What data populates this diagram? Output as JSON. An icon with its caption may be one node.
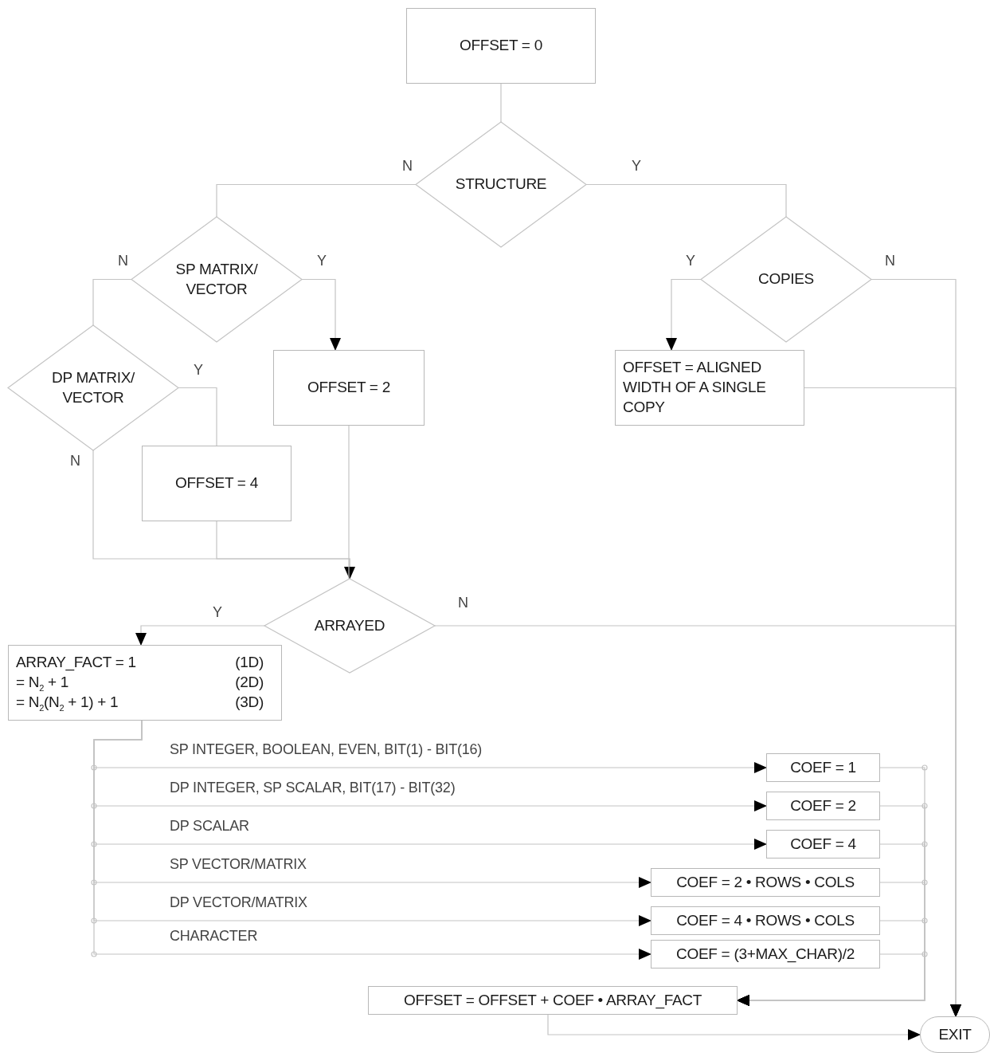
{
  "diagram": {
    "nodes": [
      {
        "text": [
          "OFFSET = 0"
        ]
      },
      {
        "text": [
          "STRUCTURE"
        ]
      },
      {
        "text": [
          "SP MATRIX/ VECTOR"
        ]
      },
      {
        "text": [
          "COPIES"
        ]
      },
      {
        "text": [
          "DP MATRIX/ VECTOR"
        ]
      },
      {
        "text": [
          "OFFSET = 2"
        ]
      },
      {
        "text": [
          "OFFSET = ALIGNED WIDTH OF A SINGLE COPY"
        ]
      },
      {
        "text": [
          "OFFSET = 4"
        ]
      },
      {
        "text": [
          "ARRAYED"
        ]
      },
      {
        "text": [
          "ARRAY_FACT = 1",
          "(1D)",
          "= N$_{2}$ + 1",
          "(2D)",
          "= N$_{2}$(N$_{2}$ + 1) + 1",
          "(3D)"
        ]
      },
      {
        "text": [
          "COEF = 1"
        ]
      },
      {
        "text": [
          "COEF = 2"
        ]
      },
      {
        "text": [
          "COEF = 4"
        ]
      },
      {
        "text": [
          "COEF = 2 • ROWS • COLS"
        ]
      },
      {
        "text": [
          "COEF = 4 • ROWS • COLS"
        ]
      },
      {
        "text": [
          "COEF = (3+MAX_CHAR)/2"
        ]
      },
      {
        "text": [
          "OFFSET = OFFSET + COEF • ARRAY_FACT"
        ]
      },
      {
        "text": [
          "EXIT"
        ]
      }
    ],
    "edges": [
      {
        "from": 0,
        "to": 1,
        "arrow": "none"
      },
      {
        "from": 1,
        "to": 2,
        "arrow": "none",
        "label": "N"
      },
      {
        "from": 1,
        "to": 3,
        "arrow": "none",
        "label": "Y"
      },
      {
        "from": 2,
        "to": 4,
        "arrow": "none",
        "label": "N"
      },
      {
        "from": 2,
        "to": 5,
        "arrow": "to",
        "label": "Y"
      },
      {
        "from": 3,
        "to": 6,
        "arrow": "to",
        "label": "Y"
      },
      {
        "from": 3,
        "to": 17,
        "arrow": "to",
        "label": "N"
      },
      {
        "from": 6,
        "to": 17,
        "arrow": "to"
      },
      {
        "from": 4,
        "to": 7,
        "arrow": "none",
        "label": "Y"
      },
      {
        "from": 4,
        "to": 8,
        "arrow": "none",
        "label": "N"
      },
      {
        "from": 7,
        "to": 8,
        "arrow": "to"
      },
      {
        "from": 5,
        "to": 8,
        "arrow": "none"
      },
      {
        "from": 8,
        "to": 9,
        "arrow": "to",
        "label": "Y"
      },
      {
        "from": 8,
        "to": 17,
        "arrow": "to",
        "label": "N"
      },
      {
        "from": 9,
        "to": 10,
        "arrow": "to",
        "label": "SP INTEGER, BOOLEAN, EVEN, BIT(1) - BIT(16)"
      },
      {
        "from": 9,
        "to": 11,
        "arrow": "to",
        "label": "DP INTEGER, SP SCALAR, BIT(17) - BIT(32)"
      },
      {
        "from": 9,
        "to": 12,
        "arrow": "to",
        "label": "DP SCALAR"
      },
      {
        "from": 9,
        "to": 13,
        "arrow": "to",
        "label": "SP VECTOR/MATRIX"
      },
      {
        "from": 9,
        "to": 14,
        "arrow": "to",
        "label": "DP VECTOR/MATRIX"
      },
      {
        "from": 9,
        "to": 15,
        "arrow": "to",
        "label": "CHARACTER"
      },
      {
        "from": 10,
        "to": 16,
        "arrow": "to"
      },
      {
        "from": 11,
        "to": 16,
        "arrow": "to"
      },
      {
        "from": 12,
        "to": 16,
        "arrow": "to"
      },
      {
        "from": 13,
        "to": 16,
        "arrow": "to"
      },
      {
        "from": 14,
        "to": 16,
        "arrow": "to"
      },
      {
        "from": 15,
        "to": 16,
        "arrow": "to"
      },
      {
        "from": 16,
        "to": 17,
        "arrow": "to"
      }
    ]
  }
}
